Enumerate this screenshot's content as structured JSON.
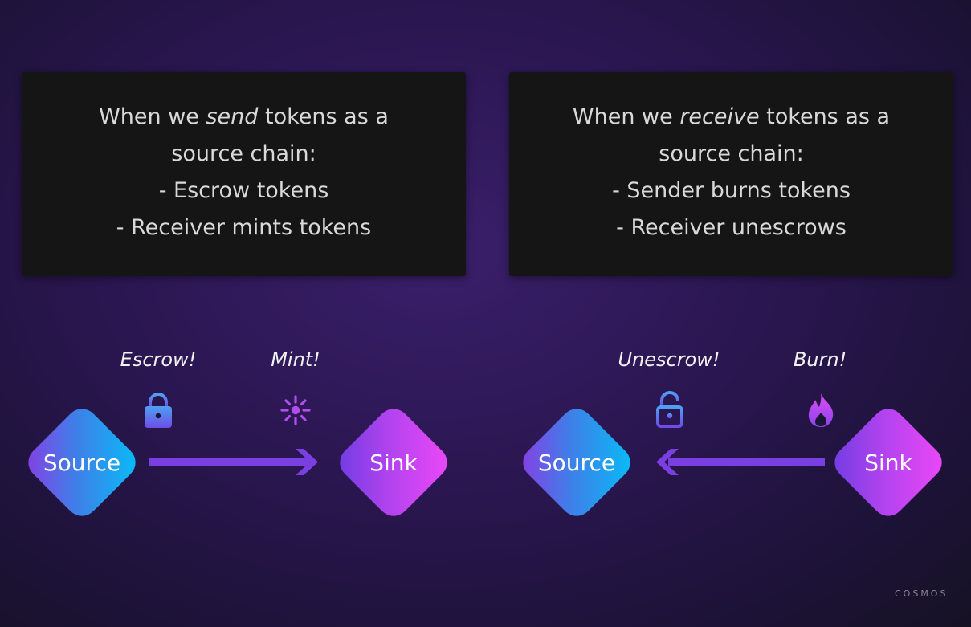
{
  "left_panel": {
    "line1_pre": "When we ",
    "line1_em": "send",
    "line1_post": " tokens as a",
    "line2": "source chain:",
    "line3": "- Escrow tokens",
    "line4": "- Receiver mints tokens"
  },
  "right_panel": {
    "line1_pre": "When we ",
    "line1_em": "receive",
    "line1_post": " tokens as a",
    "line2": "source chain:",
    "line3": "- Sender burns tokens",
    "line4": "- Receiver unescrows"
  },
  "left_diagram": {
    "source_label": "Source",
    "sink_label": "Sink",
    "escrow_label": "Escrow!",
    "mint_label": "Mint!",
    "escrow_icon": "lock-closed-icon",
    "mint_icon": "sparkle-icon",
    "arrow_direction": "source-to-sink"
  },
  "right_diagram": {
    "source_label": "Source",
    "sink_label": "Sink",
    "unescrow_label": "Unescrow!",
    "burn_label": "Burn!",
    "unescrow_icon": "lock-open-icon",
    "burn_icon": "flame-icon",
    "arrow_direction": "sink-to-source"
  },
  "watermark": "COSMOS",
  "colors": {
    "source_gradient": [
      "#06b6f4",
      "#7b3fe4"
    ],
    "sink_gradient": [
      "#ee44f6",
      "#7b3fe4"
    ],
    "arrow": "#7a3fe0",
    "panel_bg": "#151515"
  }
}
